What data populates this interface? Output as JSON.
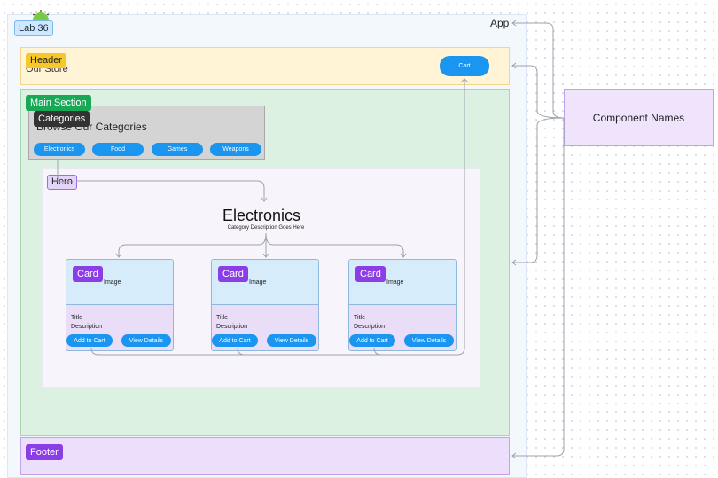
{
  "app": {
    "label": "App",
    "badge": "Lab 36"
  },
  "header": {
    "tag": "Header",
    "store_text": "Our Store",
    "cart_label": "Cart"
  },
  "main": {
    "tag": "Main Section"
  },
  "categories": {
    "tag": "Categories",
    "title": "Browse Our Categories",
    "items": [
      "Electronics",
      "Food",
      "Games",
      "Weapons"
    ]
  },
  "hero": {
    "tag": "Hero",
    "title": "Electronics",
    "description": "Category Description Goes Here"
  },
  "cards": [
    {
      "tag": "Card",
      "image": "Image",
      "title": "Title",
      "description": "Description",
      "add_label": "Add to Cart",
      "view_label": "View Details"
    },
    {
      "tag": "Card",
      "image": "Image",
      "title": "Title",
      "description": "Description",
      "add_label": "Add to Cart",
      "view_label": "View Details"
    },
    {
      "tag": "Card",
      "image": "Image",
      "title": "Title",
      "description": "Description",
      "add_label": "Add to Cart",
      "view_label": "View Details"
    }
  ],
  "footer": {
    "tag": "Footer"
  },
  "legend": {
    "label": "Component Names"
  },
  "colors": {
    "header": "#fff4d6",
    "main": "#dcf1e2",
    "footer": "#ecdffb",
    "button": "#1a95f0",
    "card_tag": "#8b3ee6",
    "connector": "#9ca3af"
  }
}
